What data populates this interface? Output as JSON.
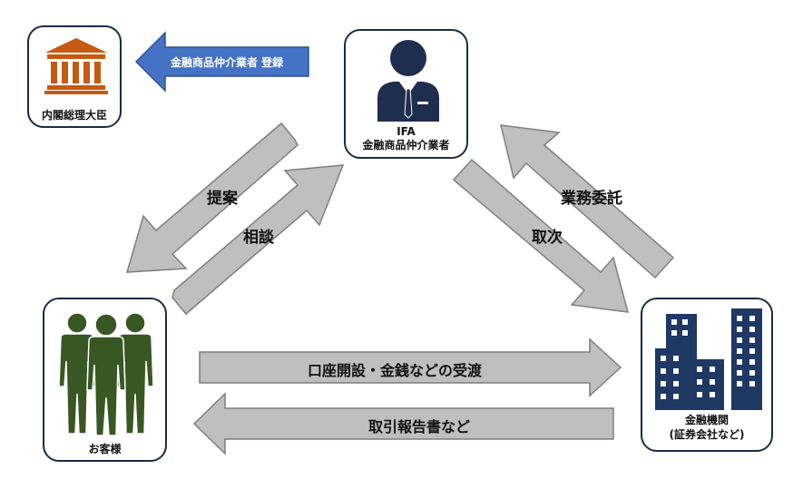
{
  "nodes": {
    "pm": {
      "label": "内閣総理大臣"
    },
    "ifa": {
      "label_line1": "IFA",
      "label_line2": "金融商品仲介業者"
    },
    "customer": {
      "label": "お客様"
    },
    "institution": {
      "label_line1": "金融機関",
      "label_line2": "(証券会社など)"
    }
  },
  "arrows": {
    "registration": "金融商品仲介業者 登録",
    "proposal": "提案",
    "consultation": "相談",
    "brokerage": "取次",
    "outsourcing": "業務委託",
    "account_opening": "口座開設・金銭などの受渡",
    "reports": "取引報告書など"
  },
  "colors": {
    "box_border": "#1f2a44",
    "arrow_fill": "#bfbfbf",
    "arrow_stroke": "#7f7f7f",
    "registration_arrow": "#4472c4",
    "government_icon": "#c55a11",
    "ifa_icon": "#1f2d4e",
    "customer_icon": "#385723",
    "building_icon": "#1f3864"
  }
}
